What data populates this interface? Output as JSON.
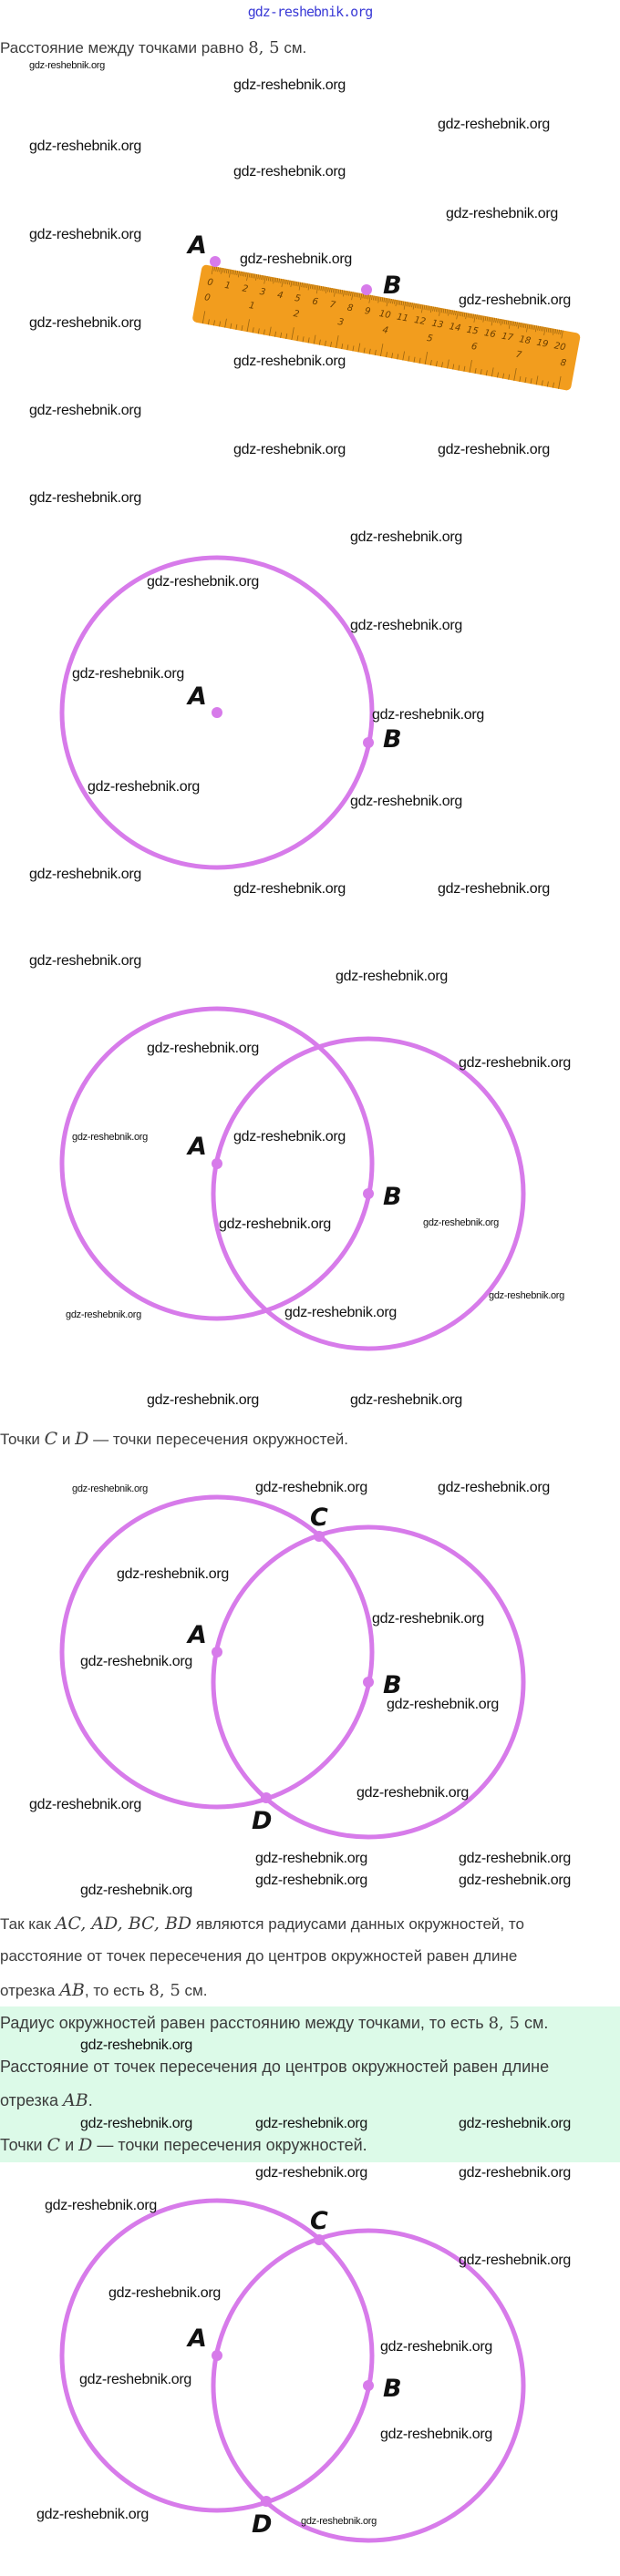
{
  "site": "gdz-reshebnik.org",
  "watermark": "gdz-reshebnik.org",
  "colors": {
    "circle": "#d77bea",
    "ruler": "#f29d1e",
    "highlight": "#dcfae8"
  },
  "text1": {
    "before": "Расстояние между точками равно ",
    "value": "8, 5",
    "after": " см."
  },
  "points": {
    "A": "A",
    "B": "B",
    "C": "C",
    "D": "D"
  },
  "ruler": {
    "cm_labels": [
      "0",
      "1",
      "2",
      "3",
      "4",
      "5",
      "6",
      "7",
      "8",
      "9",
      "10",
      "11",
      "12",
      "13",
      "14",
      "15",
      "16",
      "17",
      "18",
      "19",
      "20"
    ],
    "inch_labels": [
      "0",
      "1",
      "2",
      "3",
      "4",
      "5",
      "6",
      "7",
      "8"
    ]
  },
  "text2": {
    "p1": "Точки ",
    "C": "C",
    "and": " и ",
    "D": "D",
    "rest": " — точки пересечения окружностей."
  },
  "text3": {
    "l1_a": "Так как ",
    "l1_m": "AC,  AD,  BC,  BD",
    "l1_b": " являются радиусами данных окружностей, то",
    "l2": "расстояние от точек пересечения до центров окружностей равен длине",
    "l3_a": "отрезка ",
    "l3_m": "AB",
    "l3_b": ", то есть ",
    "l3_n": "8, 5",
    "l3_c": " см."
  },
  "highlight": {
    "l1_a": "Радиус окружностей равен расстоянию между точками, то есть ",
    "l1_n": "8, 5",
    "l1_b": " см.",
    "l2": "Расстояние от точек пересечения до центров окружностей равен длине",
    "l3_a": "отрезка ",
    "l3_m": "AB",
    "l3_b": ".",
    "l4_a": "Точки ",
    "l4_C": "C",
    "l4_and": " и ",
    "l4_D": "D",
    "l4_b": " — точки пересечения окружностей."
  }
}
